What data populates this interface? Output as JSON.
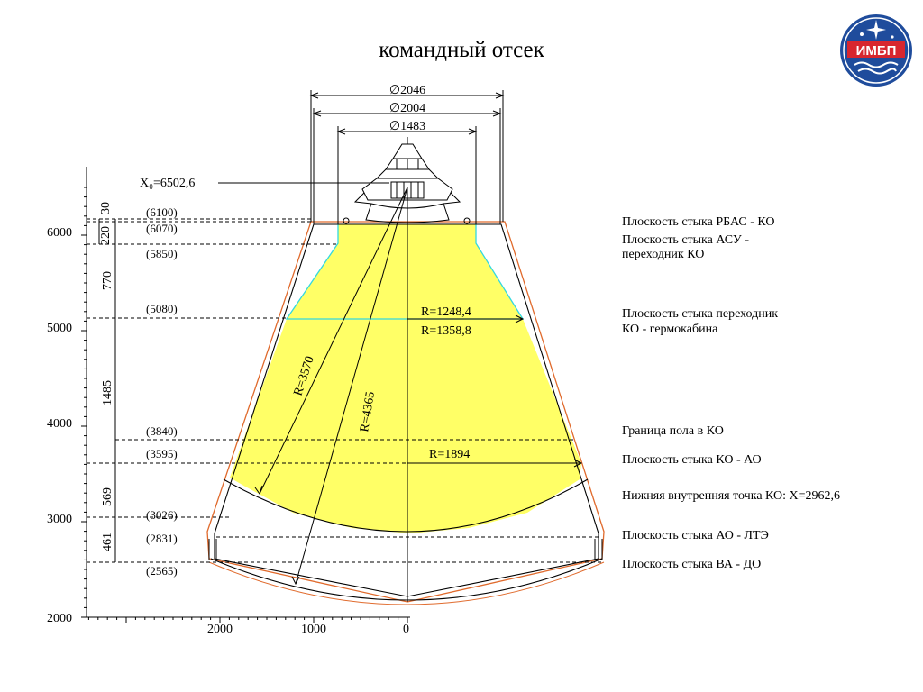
{
  "title": "командный отсек",
  "logo_text": "ИМБП",
  "top_dims": [
    "∅2046",
    "∅2004",
    "∅1483"
  ],
  "x0_label": "X₀=6502,6",
  "left_dims": [
    "30",
    "220",
    "770",
    "1485",
    "569",
    "461"
  ],
  "levels": [
    "(6100)",
    "(6070)",
    "(5850)",
    "(5080)",
    "(3840)",
    "(3595)",
    "(3026)",
    "(2831)",
    "(2565)"
  ],
  "y_axis_ticks": [
    "6000",
    "5000",
    "4000",
    "3000",
    "2000"
  ],
  "x_axis_ticks": [
    "2000",
    "1000",
    "0"
  ],
  "radii": {
    "r1": "R=3570",
    "r2": "R=4365",
    "r3": "R=1248,4",
    "r4": "R=1358,8",
    "r5": "R=1894"
  },
  "side_labels": [
    "Плоскость стыка РБАС - КО",
    "Плоскость стыка АСУ -",
    "переходник КО",
    "Плоскость стыка переходник",
    "КО - гермокабина",
    "Граница пола в КО",
    "Плоскость стыка КО - АО",
    "Нижняя внутренняя точка КО: X=2962,6",
    "Плоскость стыка АО - ЛТЭ",
    "Плоскость стыка ВА - ДО"
  ],
  "colors": {
    "fill": "#ffff66",
    "outline_outer": "#e06a2c",
    "cyan": "#33e0e0",
    "logo_blue": "#1f4c9c",
    "logo_red": "#d8262e"
  }
}
